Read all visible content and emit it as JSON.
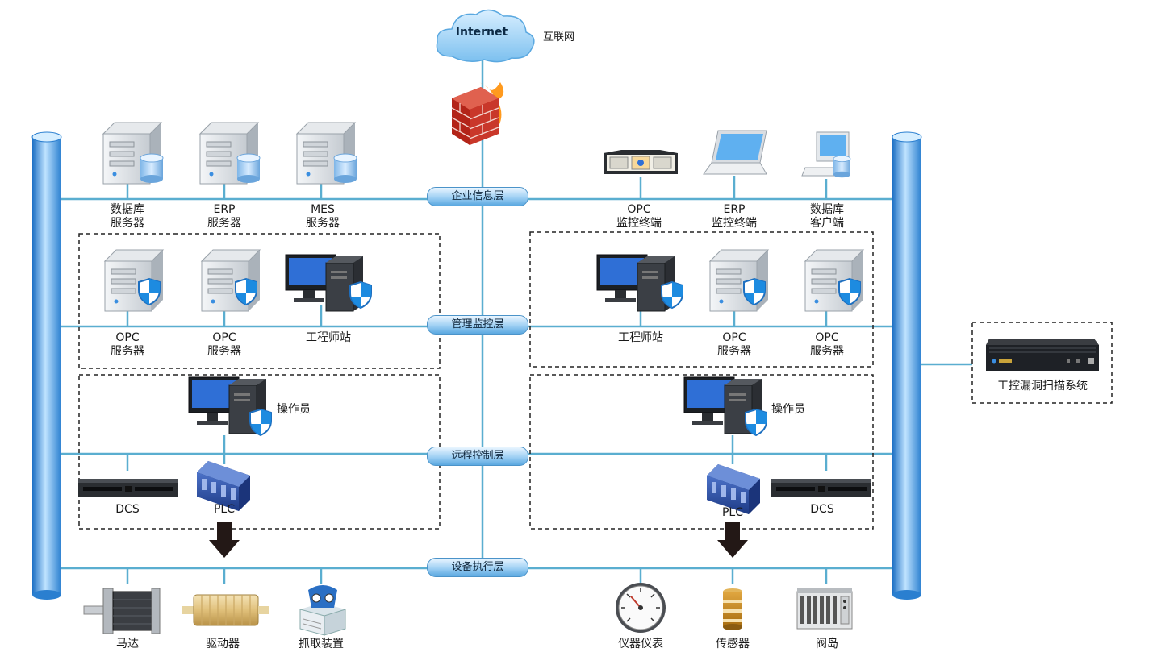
{
  "internet": {
    "label": "Internet",
    "cn_label": "互联网"
  },
  "layers": {
    "enterprise": "企业信息层",
    "management": "管理监控层",
    "control": "远程控制层",
    "field": "设备执行层"
  },
  "enterprise_left": [
    {
      "l1": "数据库",
      "l2": "服务器"
    },
    {
      "l1": "ERP",
      "l2": "服务器"
    },
    {
      "l1": "MES",
      "l2": "服务器"
    }
  ],
  "enterprise_right": [
    {
      "l1": "OPC",
      "l2": "监控终端"
    },
    {
      "l1": "ERP",
      "l2": "监控终端"
    },
    {
      "l1": "数据库",
      "l2": "客户端"
    }
  ],
  "management_left": [
    {
      "l1": "OPC",
      "l2": "服务器"
    },
    {
      "l1": "OPC",
      "l2": "服务器"
    },
    {
      "l1": "工程师站",
      "l2": ""
    }
  ],
  "management_right": [
    {
      "l1": "工程师站",
      "l2": ""
    },
    {
      "l1": "OPC",
      "l2": "服务器"
    },
    {
      "l1": "OPC",
      "l2": "服务器"
    }
  ],
  "control": {
    "operator_left": "操作员",
    "operator_right": "操作员",
    "dcs_left": "DCS",
    "plc_left": "PLC",
    "plc_right": "PLC",
    "dcs_right": "DCS"
  },
  "field_left": [
    "马达",
    "驱动器",
    "抓取装置"
  ],
  "field_right": [
    "仪器仪表",
    "传感器",
    "阀岛"
  ],
  "scanner": {
    "label": "工控漏洞扫描系统"
  },
  "colors": {
    "line": "#5aaed0",
    "pillar": "#2a7fd0",
    "pillar_light": "#bfe3ff",
    "arrow": "#231816"
  }
}
